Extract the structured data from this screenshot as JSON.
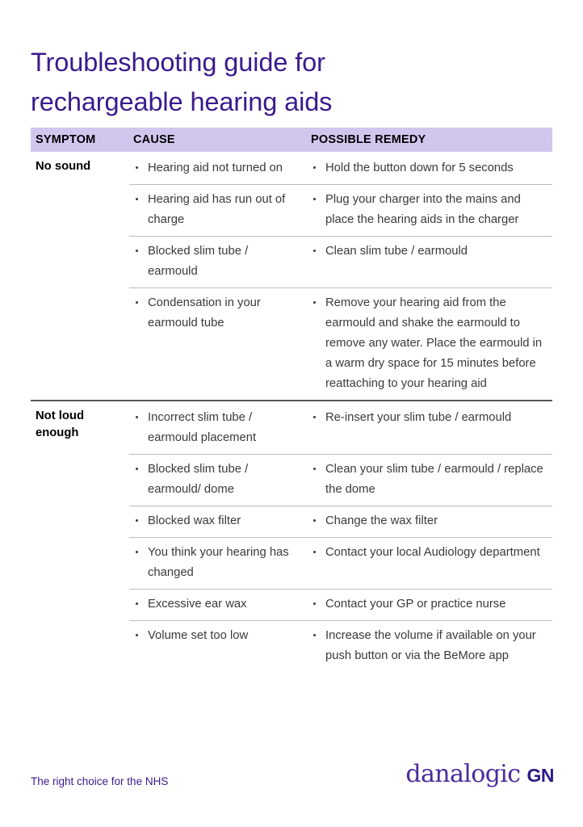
{
  "document": {
    "title_lines": [
      "Troubleshooting guide for",
      "rechargeable hearing aids"
    ],
    "title_color": "#3b1a8e"
  },
  "table": {
    "header": {
      "symptom": "SYMPTOM",
      "cause": "CAUSE",
      "remedy": "POSSIBLE REMEDY",
      "background_color": "#d2c6ef"
    },
    "sections": [
      {
        "symptom": "No sound",
        "rows": [
          {
            "cause": "Hearing aid not turned on",
            "remedy": "Hold the button down for 5 seconds"
          },
          {
            "cause": "Hearing aid has run out of charge",
            "remedy": "Plug your charger into the mains and place the hearing aids in the charger"
          },
          {
            "cause": "Blocked slim tube / earmould",
            "remedy": "Clean slim tube / earmould"
          },
          {
            "cause": "Condensation in your earmould tube",
            "remedy": "Remove your hearing aid from the earmould and shake the earmould to remove any water. Place the earmould in a warm dry space for 15 minutes before reattaching to your hearing aid"
          }
        ]
      },
      {
        "symptom": "Not loud enough",
        "rows": [
          {
            "cause": "Incorrect slim tube / earmould placement",
            "remedy": "Re-insert your slim tube / earmould"
          },
          {
            "cause": "Blocked slim tube / earmould/ dome",
            "remedy": "Clean your slim tube / earmould / replace the dome"
          },
          {
            "cause": "Blocked wax filter",
            "remedy": "Change the wax filter"
          },
          {
            "cause": "You think your hearing has changed",
            "remedy": "Contact your local Audiology department"
          },
          {
            "cause": "Excessive ear wax",
            "remedy": "Contact your GP or practice nurse"
          },
          {
            "cause": "Volume set too low",
            "remedy": "Increase the volume if available on your push button or via the BeMore app"
          }
        ]
      }
    ]
  },
  "footer": {
    "tagline": "The right choice for the NHS",
    "logo_word": "danalogic",
    "logo_mark": "GN",
    "logo_color": "#4b2a9c",
    "logo_mark_color": "#2d1a86"
  }
}
